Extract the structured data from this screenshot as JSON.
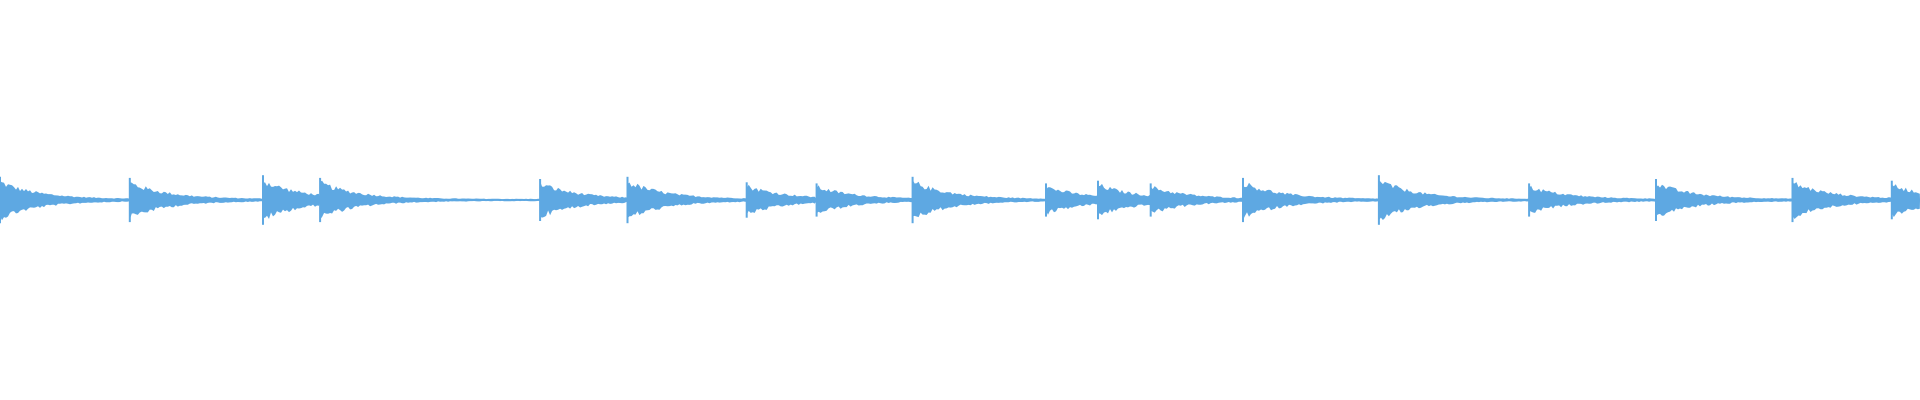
{
  "waveform": {
    "color": "#5ea8e2",
    "background": "#ffffff",
    "onset_times": [
      0.0,
      0.0676,
      0.137,
      0.1667,
      0.2813,
      0.3268,
      0.3889,
      0.4253,
      0.4753,
      0.5448,
      0.5719,
      0.5993,
      0.6474,
      0.7182,
      0.7964,
      0.8625,
      0.9336,
      0.9853
    ],
    "onset_peaks": [
      0.42,
      0.4,
      0.45,
      0.4,
      0.38,
      0.42,
      0.32,
      0.3,
      0.42,
      0.3,
      0.35,
      0.3,
      0.4,
      0.45,
      0.3,
      0.38,
      0.4,
      0.35
    ]
  }
}
